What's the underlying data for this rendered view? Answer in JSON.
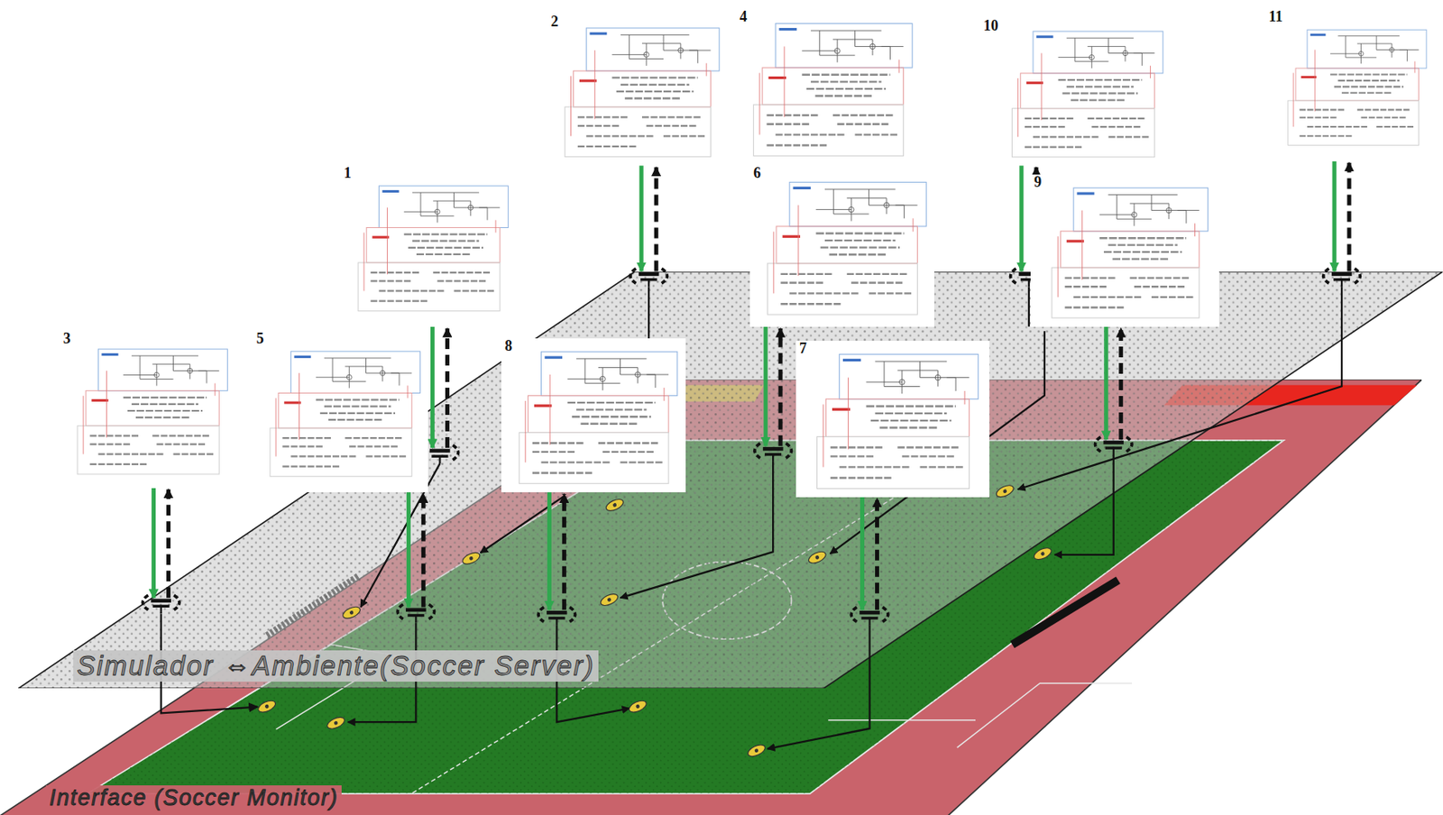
{
  "diagram": {
    "nodes": [
      {
        "text": [
          "1"
        ]
      },
      {
        "text": [
          "2"
        ]
      },
      {
        "text": [
          "3"
        ]
      },
      {
        "text": [
          "4"
        ]
      },
      {
        "text": [
          "5"
        ]
      },
      {
        "text": [
          "6"
        ]
      },
      {
        "text": [
          "7"
        ]
      },
      {
        "text": [
          "8"
        ]
      },
      {
        "text": [
          "9"
        ]
      },
      {
        "text": [
          "10"
        ]
      },
      {
        "text": [
          "11"
        ]
      },
      {
        "text": [
          "Simulador ⇔Ambiente(Soccer Server)"
        ]
      },
      {
        "text": [
          "Interface (Soccer Monitor)"
        ]
      }
    ],
    "edges": [
      {
        "from": 0,
        "to": 11,
        "arrow": "both"
      },
      {
        "from": 1,
        "to": 11,
        "arrow": "both"
      },
      {
        "from": 2,
        "to": 11,
        "arrow": "both"
      },
      {
        "from": 3,
        "to": 11,
        "arrow": "both"
      },
      {
        "from": 4,
        "to": 11,
        "arrow": "both"
      },
      {
        "from": 5,
        "to": 11,
        "arrow": "both"
      },
      {
        "from": 6,
        "to": 11,
        "arrow": "both"
      },
      {
        "from": 7,
        "to": 11,
        "arrow": "both"
      },
      {
        "from": 8,
        "to": 11,
        "arrow": "both"
      },
      {
        "from": 9,
        "to": 11,
        "arrow": "both"
      },
      {
        "from": 10,
        "to": 11,
        "arrow": "both"
      },
      {
        "from": 11,
        "to": 12,
        "arrow": "to"
      }
    ]
  }
}
